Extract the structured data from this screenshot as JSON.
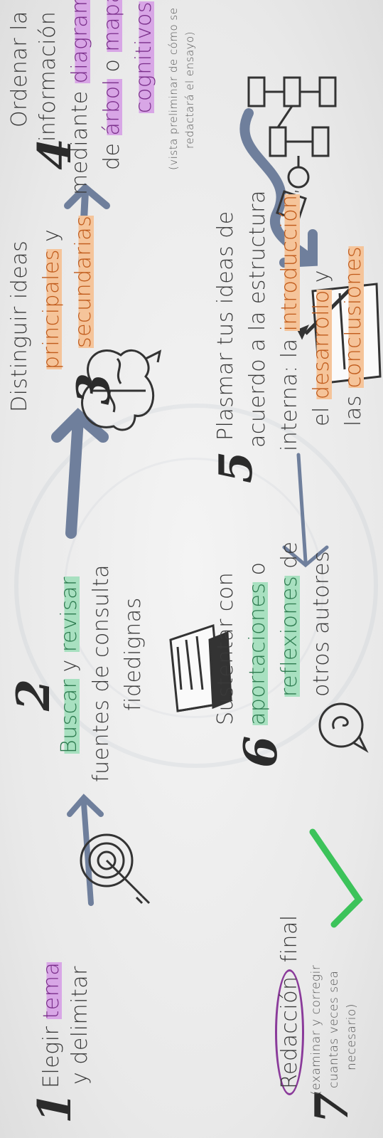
{
  "steps": {
    "s1": {
      "num": "1",
      "t1": "Elegir ",
      "t1h": "tema",
      "t2": "y delimitar"
    },
    "s2": {
      "num": "2",
      "a": "Buscar",
      "b": " y ",
      "c": "revisar",
      "d": "fuentes de consulta",
      "e": "fidedignas"
    },
    "s3": {
      "num": "3",
      "a": "Distinguir ideas",
      "b": "principales",
      "c": " y",
      "d": "secundarias"
    },
    "s4": {
      "num": "4",
      "a": "Ordenar la",
      "b": "información",
      "c": "mediante ",
      "d": "diagramas",
      "e": "de ",
      "f": "árbol",
      "g": " o ",
      "h": "mapas",
      "i": "cognitivos",
      "j": "(vista preliminar de cómo se",
      "k": "redactará el ensayo)"
    },
    "s5": {
      "num": "5",
      "a": "Plasmar tus ideas de",
      "b": "acuerdo a la estructura",
      "c": "interna: la ",
      "d": "introducción",
      "e": ",",
      "f": "el ",
      "g": "desarrollo",
      "h": " y",
      "i": "las ",
      "j": "conclusiones"
    },
    "s6": {
      "num": "6",
      "a": "Sustentar con",
      "b": "aportaciones",
      "c": " o",
      "d": "reflexiones",
      "e": " de",
      "f": "otros autores"
    },
    "s7": {
      "num": "7",
      "a": "Redacción",
      "b": " final",
      "c": "(examinar y corregir",
      "d": "cuantas veces sea",
      "e": "necesario)"
    }
  },
  "colors": {
    "pink": "#d8a6e6",
    "green": "#a8e0c0",
    "orange": "#f5c49a",
    "arrow": "#6f7f9c",
    "check": "#3cc35a"
  }
}
